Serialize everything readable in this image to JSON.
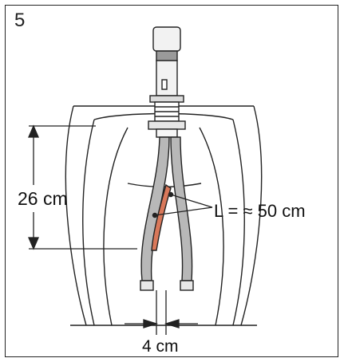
{
  "diagram": {
    "step_number": "5",
    "height_label": "26 cm",
    "hose_length_label": "L = ≈ 50 cm",
    "spacing_label": "4 cm",
    "colors": {
      "line": "#222222",
      "hose_fill": "#b8b8b8",
      "cable_fill": "#d9785a"
    }
  }
}
